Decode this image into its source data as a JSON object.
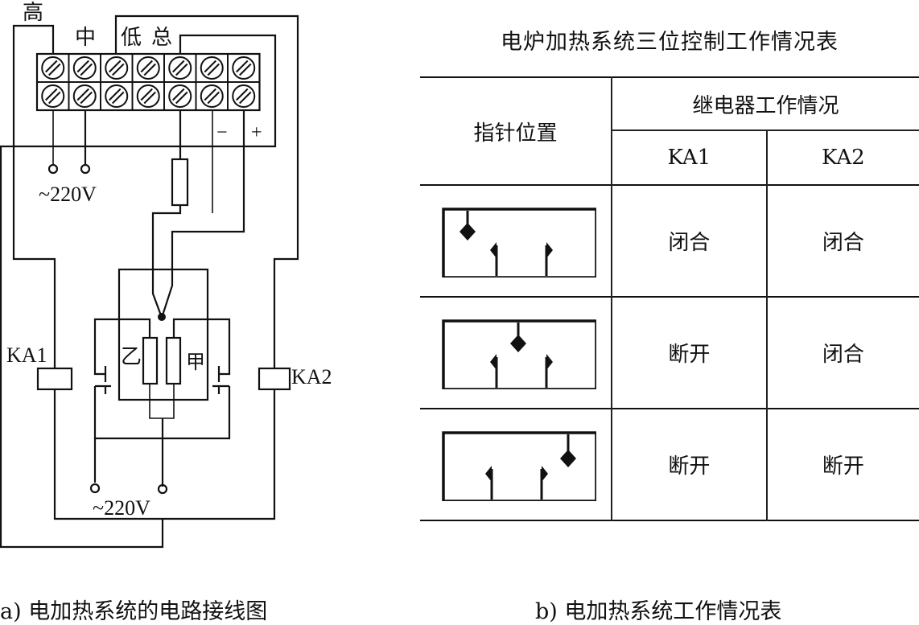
{
  "circuit": {
    "title": "a) 电加热系统的电路接线图",
    "terminal_labels": {
      "high": "高",
      "mid": "中",
      "low": "低",
      "common": "总",
      "minus": "−",
      "plus": "+"
    },
    "supply_label_top": "~220V",
    "supply_label_bottom": "~220V",
    "relay_left": "KA1",
    "relay_right": "KA2",
    "heater_left": "乙",
    "heater_right": "甲",
    "terminal_block": {
      "rows": 2,
      "columns": 7
    }
  },
  "table": {
    "title": "电炉加热系统三位控制工作情况表",
    "caption": "b) 电加热系统工作情况表",
    "header_pointer": "指针位置",
    "header_relay_group": "继电器工作情况",
    "header_ka1": "KA1",
    "header_ka2": "KA2",
    "rows": [
      {
        "pointer_position": "left",
        "ka1": "闭合",
        "ka2": "闭合"
      },
      {
        "pointer_position": "middle",
        "ka1": "断开",
        "ka2": "闭合"
      },
      {
        "pointer_position": "right",
        "ka1": "断开",
        "ka2": "断开"
      }
    ]
  }
}
